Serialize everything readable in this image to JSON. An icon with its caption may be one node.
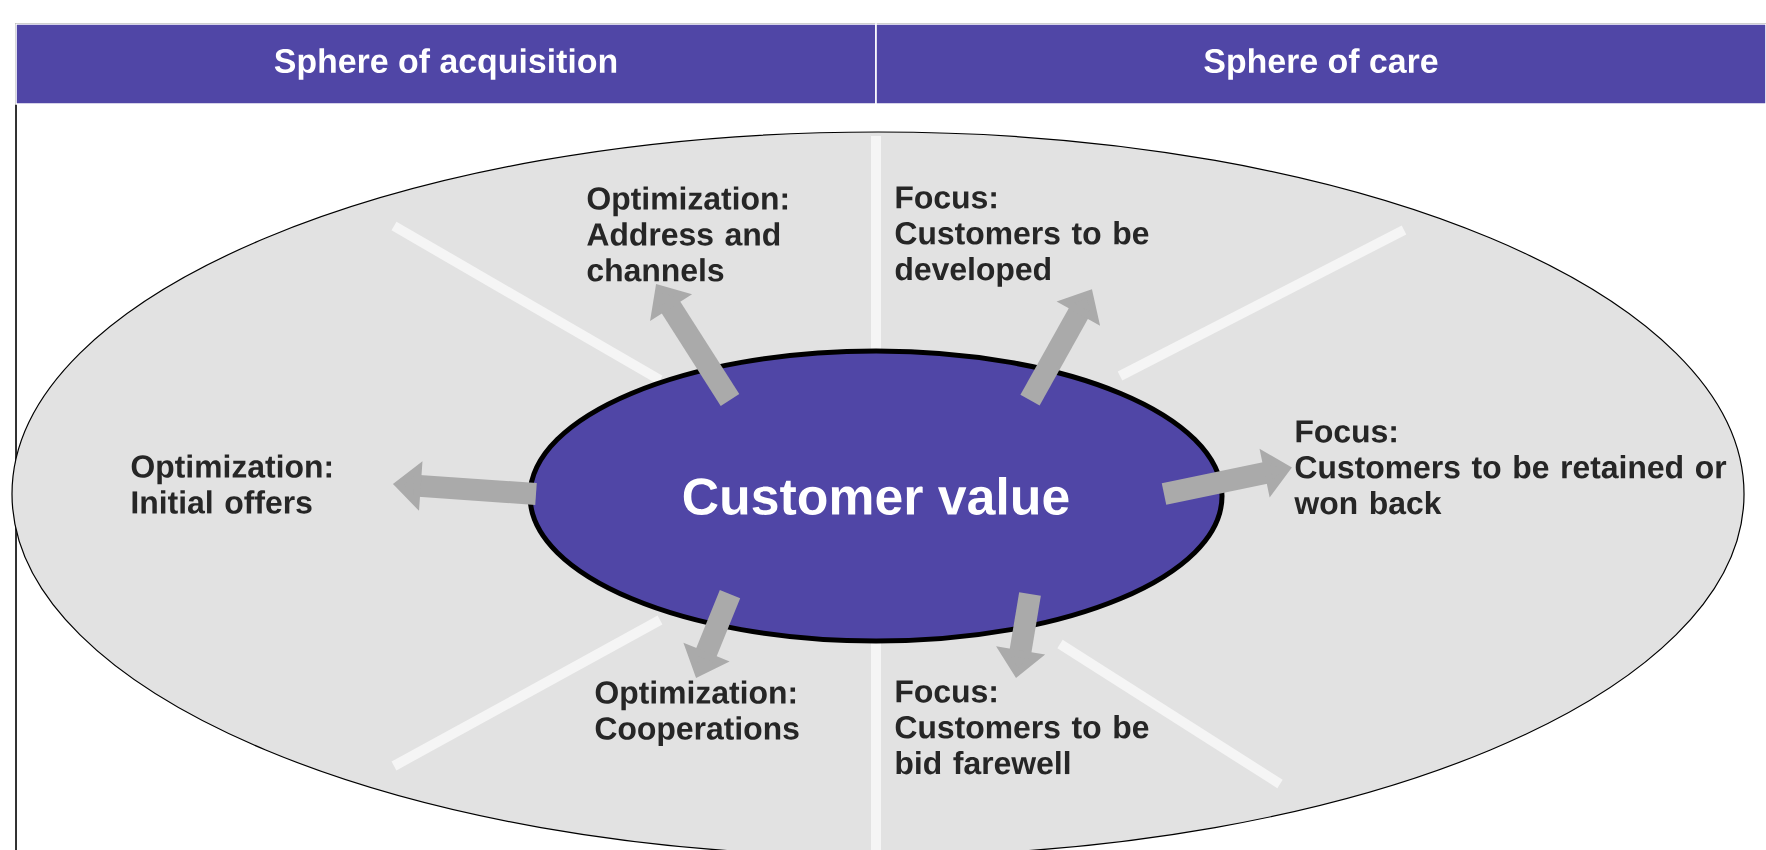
{
  "diagram": {
    "nodes": [
      {
        "text": [
          "Sphere of acquisition"
        ]
      },
      {
        "text": [
          "Sphere of care"
        ]
      },
      {
        "text": [],
        "shape": "ellipse"
      },
      {
        "text": [
          "Customer value"
        ],
        "in": 2
      },
      {
        "text": [
          "Optimization:",
          "Address and channels"
        ],
        "in": 2
      },
      {
        "text": [
          "Focus:",
          "Customers to be developed"
        ],
        "in": 2
      },
      {
        "text": [
          "Optimization:",
          "Initial offers"
        ],
        "in": 2
      },
      {
        "text": [
          "Focus:",
          "Customers to be retained or won back"
        ],
        "in": 2
      },
      {
        "text": [
          "Optimization:",
          "Cooperations"
        ],
        "in": 2
      },
      {
        "text": [
          "Focus:",
          "Customers to be bid farewell"
        ],
        "in": 2
      }
    ],
    "edges": [
      {
        "from": 3,
        "to": 4,
        "arrow": "to"
      },
      {
        "from": 3,
        "to": 5,
        "arrow": "to"
      },
      {
        "from": 3,
        "to": 6,
        "arrow": "to"
      },
      {
        "from": 3,
        "to": 7,
        "arrow": "to"
      },
      {
        "from": 3,
        "to": 8,
        "arrow": "to"
      },
      {
        "from": 3,
        "to": 9,
        "arrow": "to"
      }
    ]
  }
}
